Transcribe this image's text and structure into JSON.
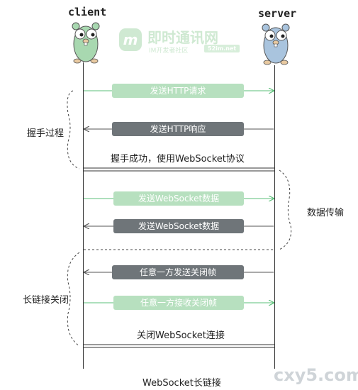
{
  "actors": {
    "client": "client",
    "server": "server"
  },
  "watermark": {
    "logo_text": "即时通讯网",
    "logo_sub": "IM开发者社区",
    "badge": "52im.net",
    "corner": "cxy5.com"
  },
  "phases": {
    "handshake": "握手过程",
    "transfer": "数据传输",
    "close": "长链接关闭"
  },
  "messages": {
    "http_request": "发送HTTP请求",
    "http_response": "发送HTTP响应",
    "ws_send_right": "发送WebSocket数据",
    "ws_send_left": "发送WebSocket数据",
    "close_send": "任意一方发送关闭帧",
    "close_recv": "任意一方接收关闭帧"
  },
  "notes": {
    "handshake_ok": "握手成功，使用WebSocket协议",
    "close_conn": "关闭WebSocket连接"
  },
  "caption": "WebSocket长链接",
  "colors": {
    "green_msg": "#b7e0bf",
    "dark_msg": "#6f7579",
    "arrow_green": "#5bbf78",
    "client_gopher": "#a8d8b0",
    "server_gopher": "#a9c4de"
  }
}
